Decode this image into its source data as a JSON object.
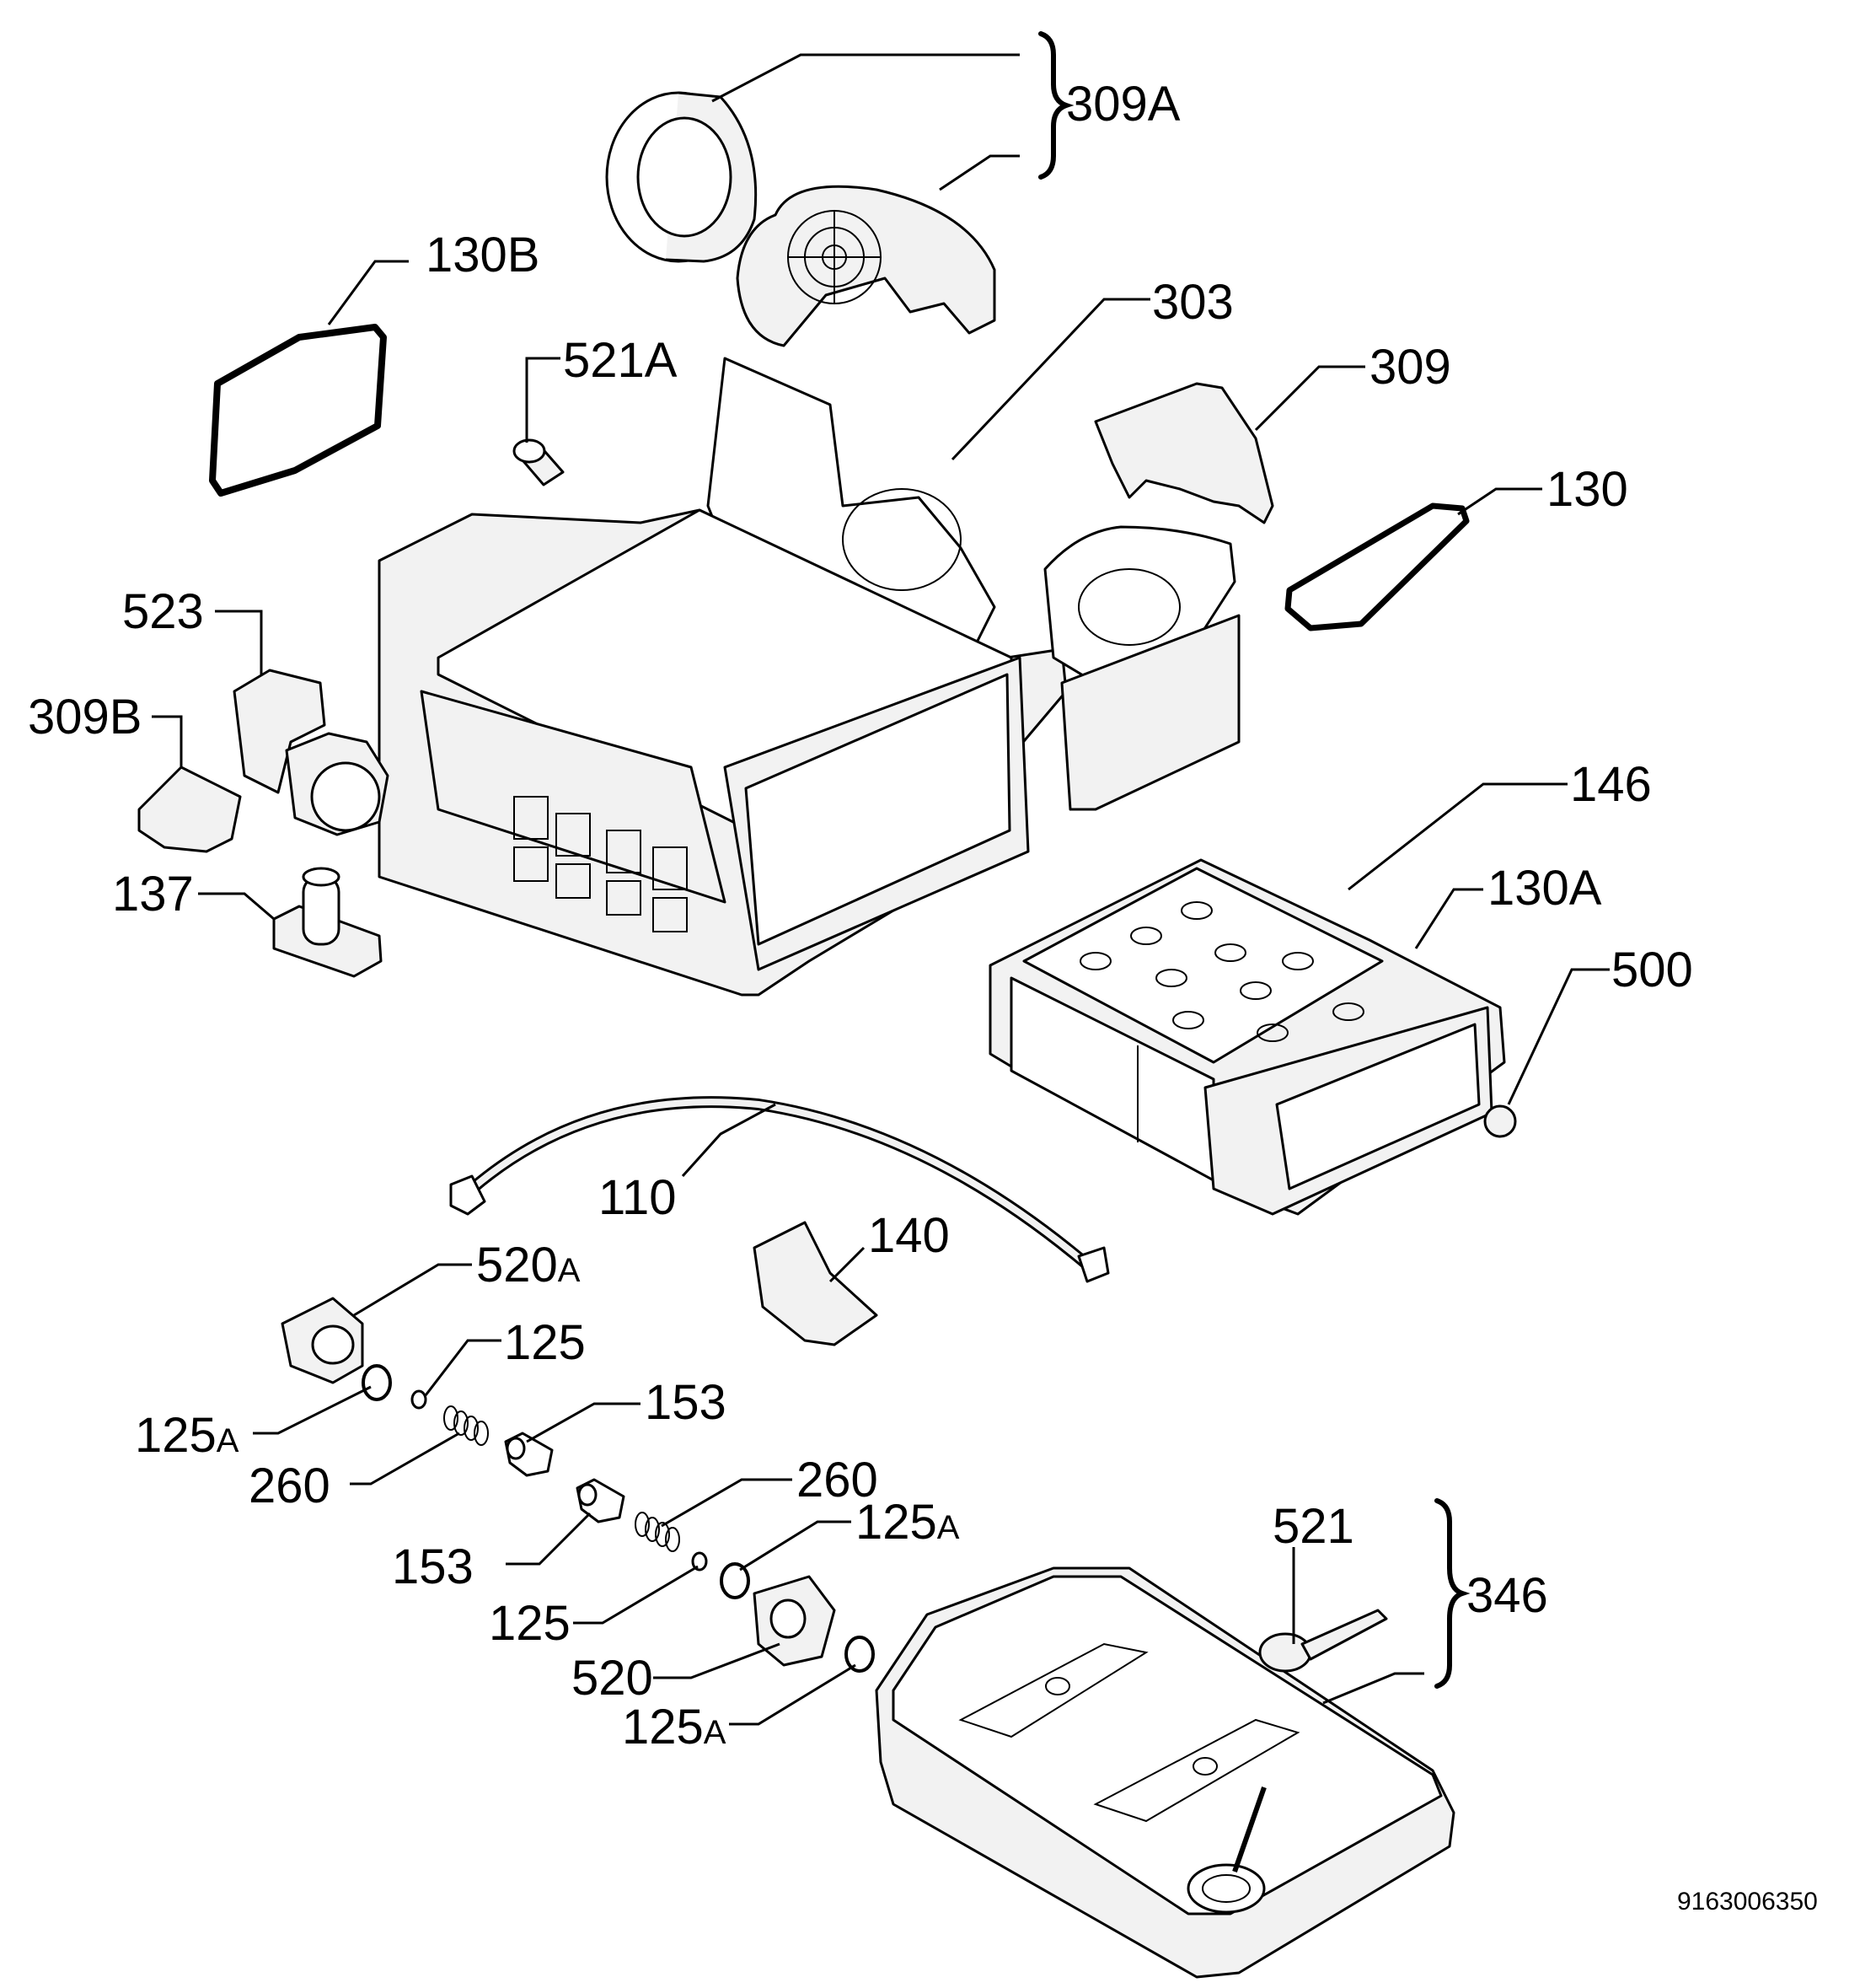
{
  "labels": {
    "l309A": "309A",
    "l130B": "130B",
    "l303": "303",
    "l521A": "521A",
    "l309": "309",
    "l130": "130",
    "l523": "523",
    "l309B": "309B",
    "l146": "146",
    "l130A": "130A",
    "l137": "137",
    "l500": "500",
    "l110": "110",
    "l140": "140",
    "l520A_num": "520",
    "l520A_sub": "A",
    "l125_top": "125",
    "l125A_left_num": "125",
    "l125A_left_sub": "A",
    "l153_top": "153",
    "l260_left": "260",
    "l260_right": "260",
    "l153_bottom": "153",
    "l125A_mid_num": "125",
    "l125A_mid_sub": "A",
    "l521": "521",
    "l346": "346",
    "l125_bottom": "125",
    "l520": "520",
    "l125A_bottom_num": "125",
    "l125A_bottom_sub": "A"
  },
  "drawing_number": "9163006350"
}
